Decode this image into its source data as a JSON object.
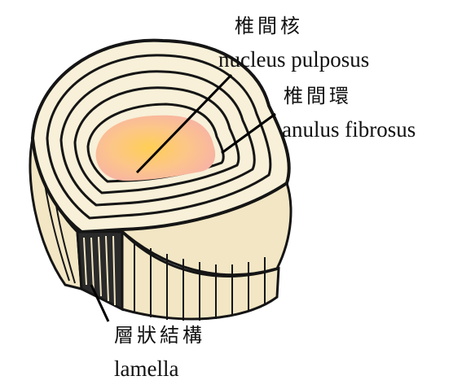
{
  "labels": {
    "nucleus": {
      "ja": "椎間核",
      "en": "nucleus pulposus"
    },
    "anulus": {
      "ja": "椎間環",
      "en": "anulus fibrosus"
    },
    "lamella": {
      "ja": "層狀結構",
      "en": "lamella"
    }
  },
  "colors": {
    "cream": "#f2e6c4",
    "creamLight": "#f8f0d8",
    "outline": "#151515",
    "nucleusPink": "#f8b8a6",
    "nucleusCore": "#ffd36a",
    "leader": "#000000"
  }
}
